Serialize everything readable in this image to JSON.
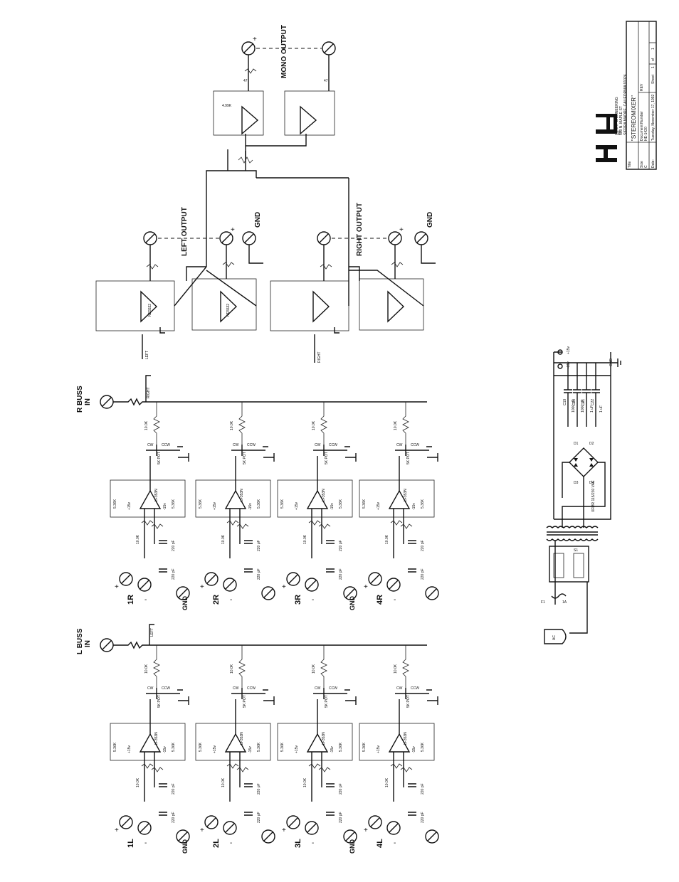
{
  "title_block": {
    "logo": "HE",
    "company": [
      "HENRY ENGINEERING",
      "503 N. MAPLE ST",
      "SIERRA MADRE, CALIFORNIA 91024"
    ],
    "title_label": "Title",
    "title": "\"STEREOMIXER\"",
    "size_label": "Size",
    "size": "C",
    "doc_label": "Document Number",
    "doc": "HE-1420",
    "rev_label": "REV",
    "date_label": "Date:",
    "date": "Tuesday, November 17, 1992",
    "sheet_label": "Sheet",
    "sheet": "1",
    "of_label": "of",
    "of": "1"
  },
  "outputs": {
    "mono": "MONO OUTPUT",
    "left": "LEFT OUTPUT",
    "right": "RIGHT OUTPUT",
    "gnd": "GND"
  },
  "busses": {
    "r_label": "R BUSS",
    "l_label": "L BUSS",
    "in_label": "IN",
    "right_net": "RIGHT",
    "left_net": "LEFT"
  },
  "channels_r": [
    "1R",
    "2R",
    "3R",
    "4R"
  ],
  "channels_l": [
    "1L",
    "2L",
    "3L",
    "4L"
  ],
  "parts": {
    "op_main": "LF353N",
    "op_out": "NE5532",
    "pot": "5K POT",
    "cw": "CW",
    "ccw": "CCW",
    "r_in": "10.0K",
    "r_fb": "5.36K",
    "r_out": "47",
    "r_mono": "4.99K",
    "cap": "220 pF",
    "pos": "+15v",
    "neg": "-15v",
    "plus": "+",
    "minus": "-"
  },
  "power": {
    "ac": "AC",
    "fuse": "F1",
    "fuse_value": "1A",
    "transformer": "XFMR 115/230 VAC",
    "gnd": "GND",
    "caps": [
      "C19",
      "C20",
      "C21",
      "C22"
    ],
    "cap_values": [
      "1000 uF",
      "1000 uF",
      "1 uF",
      "1 uF"
    ],
    "diodes": [
      "D1",
      "D2",
      "D3",
      "D4"
    ],
    "switch": "S1"
  }
}
